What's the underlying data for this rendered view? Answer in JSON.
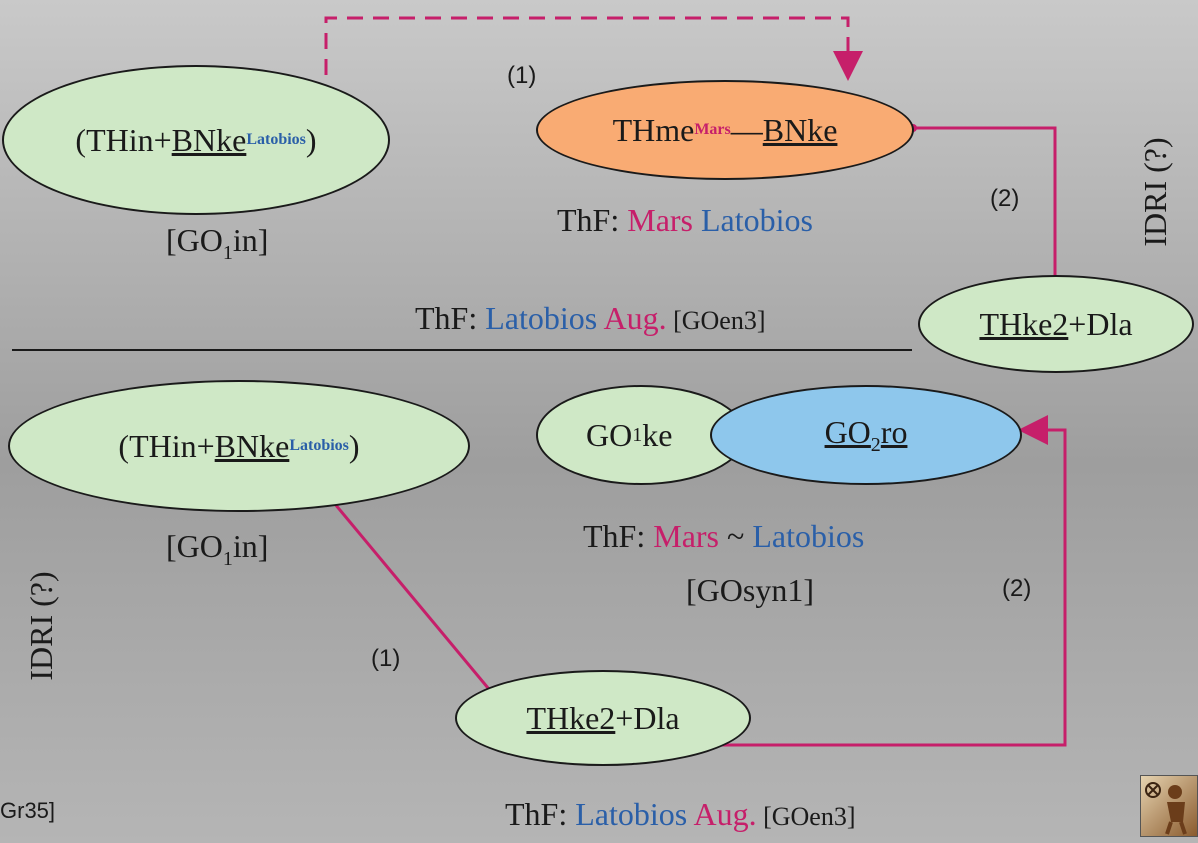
{
  "top": {
    "left_ellipse": {
      "open": "(THin+",
      "name": "BNke",
      "sup": "Latobios",
      "close": ")"
    },
    "left_caption": {
      "pre": "[GO",
      "sub": "1",
      "post": "in]"
    },
    "center_ellipse": {
      "name": "THme",
      "sup": "Mars",
      "dash": " — ",
      "bnke": "BNke"
    },
    "center_caption": {
      "label": "ThF: ",
      "mars": "Mars",
      "latobios": " Latobios"
    },
    "label_1": "(1)",
    "label_2": "(2)",
    "right_ellipse": {
      "name": "THke2",
      "suffix": "+Dla"
    },
    "idri": "IDRI (?)",
    "footer_caption": {
      "label": "ThF: ",
      "latobios": "Latobios",
      "aug": " Aug.",
      "code": " [GOen3]"
    }
  },
  "bottom": {
    "left_ellipse": {
      "open": "(THin+",
      "name": "BNke",
      "sup": "Latobios",
      "close": ")"
    },
    "left_caption": {
      "pre": "[GO",
      "sub": "1",
      "post": "in]"
    },
    "go1": {
      "pre": "GO",
      "sub": "1",
      "post": "ke"
    },
    "go2": {
      "pre": "GO",
      "sub": "2",
      "post": "ro"
    },
    "center_caption": {
      "label": "ThF: ",
      "mars": "Mars",
      "tilde": " ~ ",
      "latobios": "Latobios"
    },
    "center_code": "[GOsyn1]",
    "label_1": "(1)",
    "label_2": "(2)",
    "idri": "IDRI (?)",
    "ellipse_thke": {
      "name": "THke2",
      "suffix": "+Dla"
    },
    "footer_caption": {
      "label": "ThF: ",
      "latobios": "Latobios",
      "aug": " Aug.",
      "code": " [GOen3]"
    },
    "corner_ref": "Gr35]"
  },
  "colors": {
    "pink": "#c61f6a",
    "blue": "#2a5fa8",
    "green": "#cfe8c6",
    "orange": "#f9ab73",
    "lightblue": "#8ec7ec"
  }
}
